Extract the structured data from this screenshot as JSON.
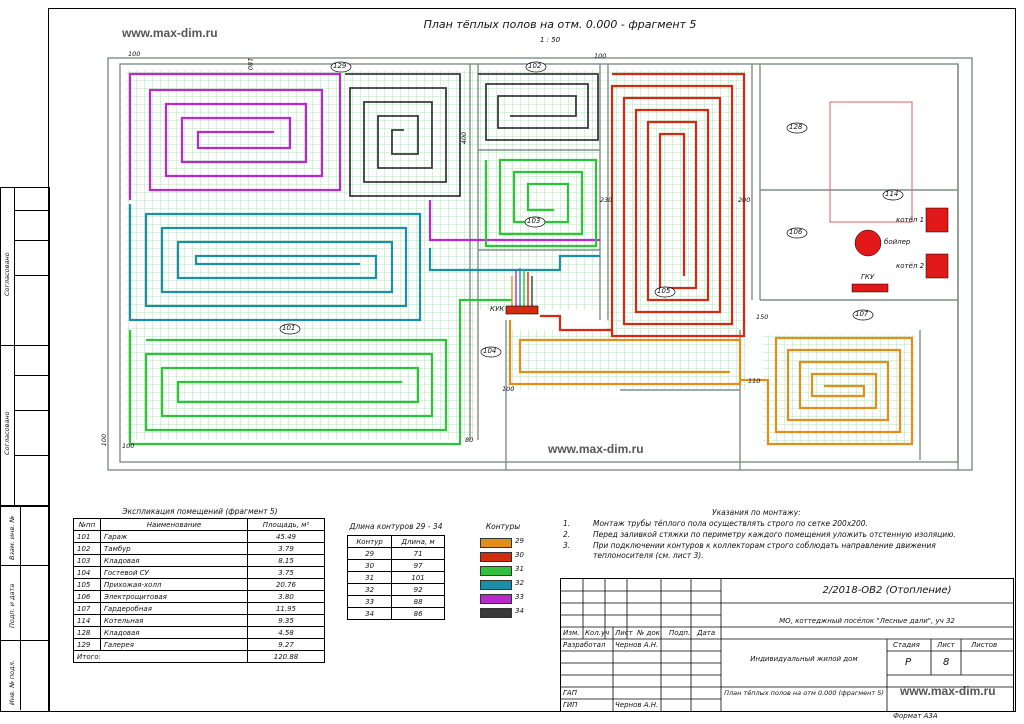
{
  "title": "План тёплых полов на отм. 0.000 - фрагмент 5",
  "scale": "1 : 50",
  "watermarks": [
    "www.max-dim.ru",
    "www.max-dim.ru",
    "www.max-dim.ru"
  ],
  "side": {
    "agreed1": "Согласовано",
    "agreed2": "Согласовано",
    "inv_repl": "Взам. инв. №",
    "sign_date": "Подп. и дата",
    "inv_orig": "Инв. № подл."
  },
  "rooms": {
    "r101": "101",
    "r102": "102",
    "r103": "103",
    "r104": "104",
    "r105": "105",
    "r106": "106",
    "r107": "107",
    "r114": "114",
    "r128": "128",
    "r129": "129"
  },
  "equipment": {
    "kotel1": "котёл 1",
    "kotel2": "котёл 2",
    "boiler": "бойлер",
    "gku": "ГКУ",
    "kuk": "КУК"
  },
  "dims": {
    "d100a": "100",
    "d180": "180",
    "d400": "400",
    "d230": "230",
    "d200": "200",
    "d150": "150",
    "d110": "110",
    "d100b": "100",
    "d80": "80",
    "d100c": "100",
    "d100d": "100",
    "d100e": "100"
  },
  "explication": {
    "caption": "Экспликация помещений (фрагмент 5)",
    "headers": [
      "№пп",
      "Наименование",
      "Площадь, м²"
    ],
    "rows": [
      [
        "101",
        "Гараж",
        "45.49"
      ],
      [
        "102",
        "Тамбур",
        "3.79"
      ],
      [
        "103",
        "Кладовая",
        "8.15"
      ],
      [
        "104",
        "Гостевой СУ",
        "3.75"
      ],
      [
        "105",
        "Прихожая-холл",
        "20.76"
      ],
      [
        "106",
        "Электрощитовая",
        "3.80"
      ],
      [
        "107",
        "Гардеробная",
        "11.95"
      ],
      [
        "114",
        "Котельная",
        "9.35"
      ],
      [
        "128",
        "Кладовая",
        "4.58"
      ],
      [
        "129",
        "Галерея",
        "9.27"
      ]
    ],
    "total_label": "Итого:",
    "total_value": "120.88"
  },
  "contour_lengths": {
    "caption": "Длина контуров 29 - 34",
    "headers": [
      "Контур",
      "Длина, м"
    ],
    "rows": [
      [
        "29",
        "71"
      ],
      [
        "30",
        "97"
      ],
      [
        "31",
        "101"
      ],
      [
        "32",
        "92"
      ],
      [
        "33",
        "88"
      ],
      [
        "34",
        "86"
      ]
    ]
  },
  "legend": {
    "caption": "Контуры",
    "items": [
      {
        "label": "29",
        "color": "#e0901a"
      },
      {
        "label": "30",
        "color": "#d42a12"
      },
      {
        "label": "31",
        "color": "#2ec43a"
      },
      {
        "label": "32",
        "color": "#1c8fa5"
      },
      {
        "label": "33",
        "color": "#b82ac8"
      },
      {
        "label": "34",
        "color": "#3a3a3a"
      }
    ]
  },
  "notes": {
    "caption": "Указания по монтажу:",
    "items": [
      {
        "n": "1.",
        "text": "Монтаж трубы тёплого пола осуществлять строго по сетке 200х200."
      },
      {
        "n": "2.",
        "text": "Перед заливкой стяжки по периметру каждого помещения уложить отстенную изоляцию."
      },
      {
        "n": "3.",
        "text": "При подключении контуров к коллекторам строго соблюдать направление движения теплоносителя (см. лист 3)."
      }
    ]
  },
  "stamp": {
    "code": "2/2018-ОВ2 (Отопление)",
    "address": "МО, коттеджный посёлок \"Лесные дали\", уч 32",
    "object": "Индивидуальный жилой дом",
    "sheet_title": "План тёплых полов на отм 0.000 (фрагмент 5)",
    "h_izm": "Изм.",
    "h_kol": "Кол.уч",
    "h_list": "Лист",
    "h_ndok": "№ док",
    "h_podp": "Подп.",
    "h_date": "Дата",
    "razrab": "Разработал",
    "razrab_name": "Чернов А.Н.",
    "gap": "ГАП",
    "gip": "ГИП",
    "gip_name": "Чернов А.Н.",
    "stage_h": "Стадия",
    "list_h": "Лист",
    "lists_h": "Листов",
    "stage": "Р",
    "list": "8",
    "format": "Формат А3А"
  },
  "colors": {
    "wall": "#9aa8a0",
    "grid": "#9fdca6",
    "wall_red": "#e06060"
  }
}
